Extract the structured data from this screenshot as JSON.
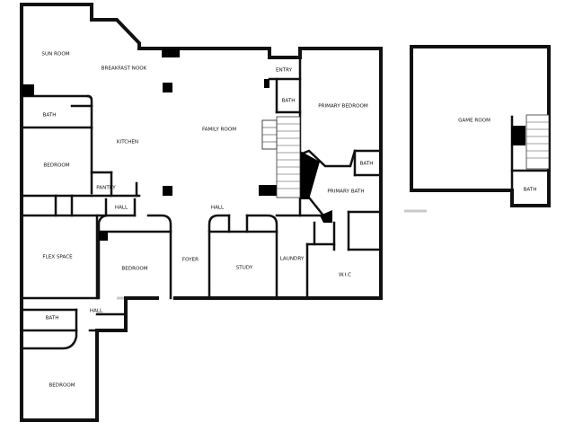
{
  "main_floor": {
    "rooms": [
      {
        "id": "sun_room",
        "label": "SUN ROOM"
      },
      {
        "id": "breakfast_nook",
        "label": "BREAKFAST NOOK"
      },
      {
        "id": "entry",
        "label": "ENTRY"
      },
      {
        "id": "bath_entry",
        "label": "BATH"
      },
      {
        "id": "primary_bedroom",
        "label": "PRIMARY BEDROOM"
      },
      {
        "id": "bath_west",
        "label": "BATH"
      },
      {
        "id": "kitchen",
        "label": "KITCHEN"
      },
      {
        "id": "family_room",
        "label": "FAMILY ROOM"
      },
      {
        "id": "bedroom_west",
        "label": "BEDROOM"
      },
      {
        "id": "pantry",
        "label": "PANTRY"
      },
      {
        "id": "bath_primary_small",
        "label": "BATH"
      },
      {
        "id": "primary_bath",
        "label": "PRIMARY BATH"
      },
      {
        "id": "hall_kitchen",
        "label": "HALL"
      },
      {
        "id": "hall_center",
        "label": "HALL"
      },
      {
        "id": "flex_space",
        "label": "FLEX SPACE"
      },
      {
        "id": "bedroom_center",
        "label": "BEDROOM"
      },
      {
        "id": "foyer",
        "label": "FOYER"
      },
      {
        "id": "study",
        "label": "STUDY"
      },
      {
        "id": "laundry",
        "label": "LAUNDRY"
      },
      {
        "id": "wic",
        "label": "W.I.C"
      },
      {
        "id": "bath_south",
        "label": "BATH"
      },
      {
        "id": "hall_south",
        "label": "HALL"
      },
      {
        "id": "bedroom_south",
        "label": "BEDROOM"
      }
    ]
  },
  "upper_floor": {
    "rooms": [
      {
        "id": "game_room",
        "label": "GAME ROOM"
      },
      {
        "id": "bath_upper",
        "label": "BATH"
      }
    ]
  }
}
